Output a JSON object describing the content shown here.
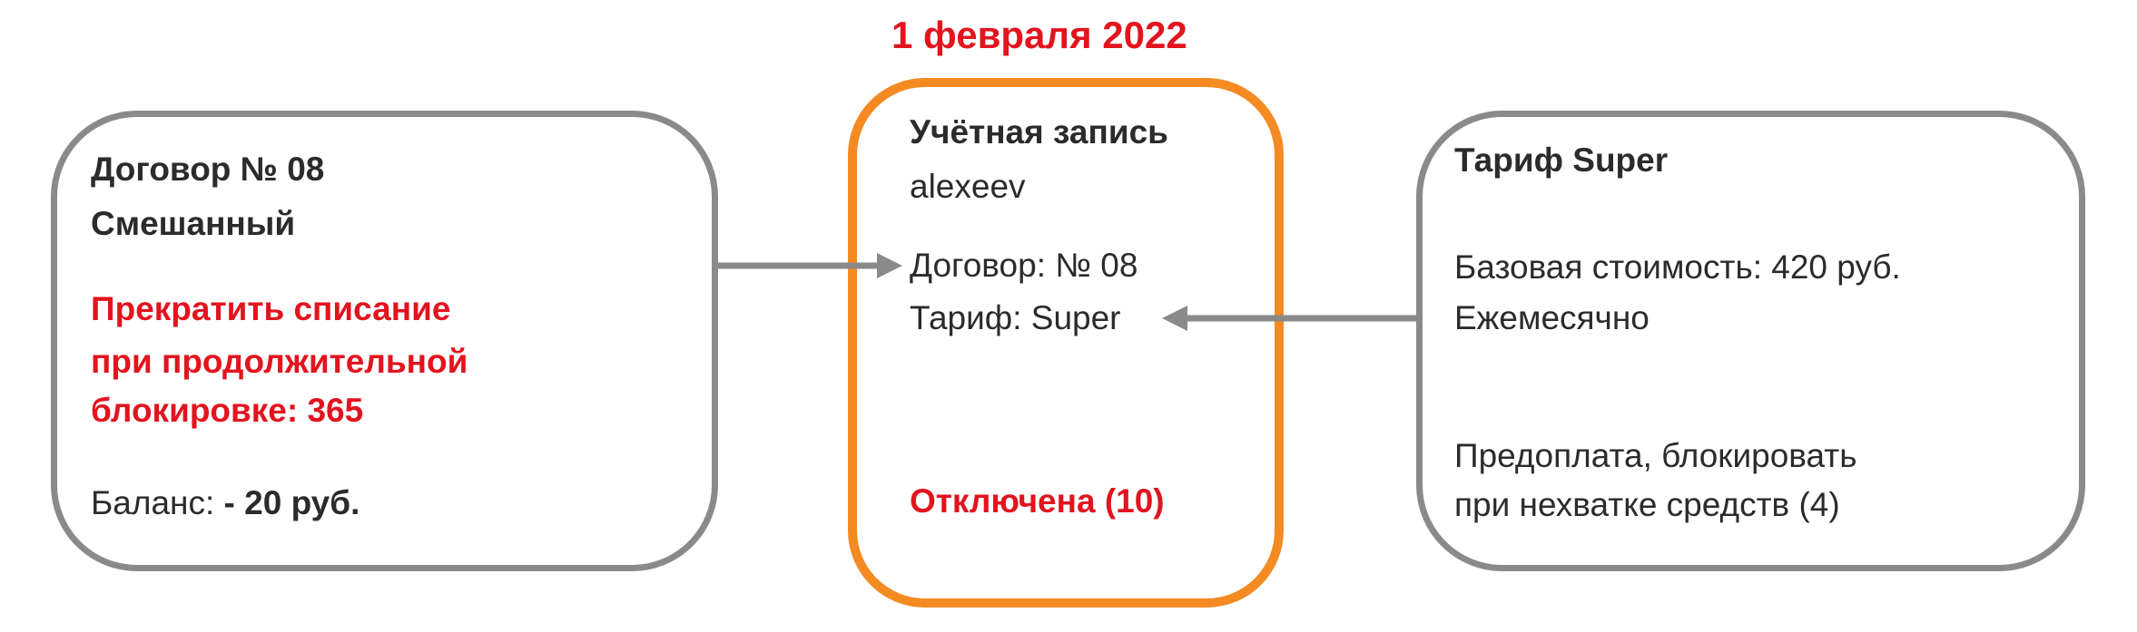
{
  "date_title": "1 февраля 2022",
  "contract": {
    "title": "Договор № 08",
    "type": "Смешанный",
    "rule_lines": [
      "Прекратить списание",
      "при продолжительной",
      "блокировке: 365"
    ],
    "balance_label": "Баланс:",
    "balance_value": "- 20 руб."
  },
  "account": {
    "title": "Учётная запись",
    "login": "alexeev",
    "contract_line": "Договор: № 08",
    "tariff_line": "Тариф: Super",
    "status": "Отключена (10)"
  },
  "tariff": {
    "title": "Тариф Super",
    "base_cost": "Базовая стоимость: 420 руб.",
    "period": "Ежемесячно",
    "payment_lines": [
      "Предоплата, блокировать",
      "при нехватке средств (4)"
    ]
  },
  "colors": {
    "accent": "#f48a22",
    "red": "#e2141e",
    "gray": "#8a8a8a"
  }
}
